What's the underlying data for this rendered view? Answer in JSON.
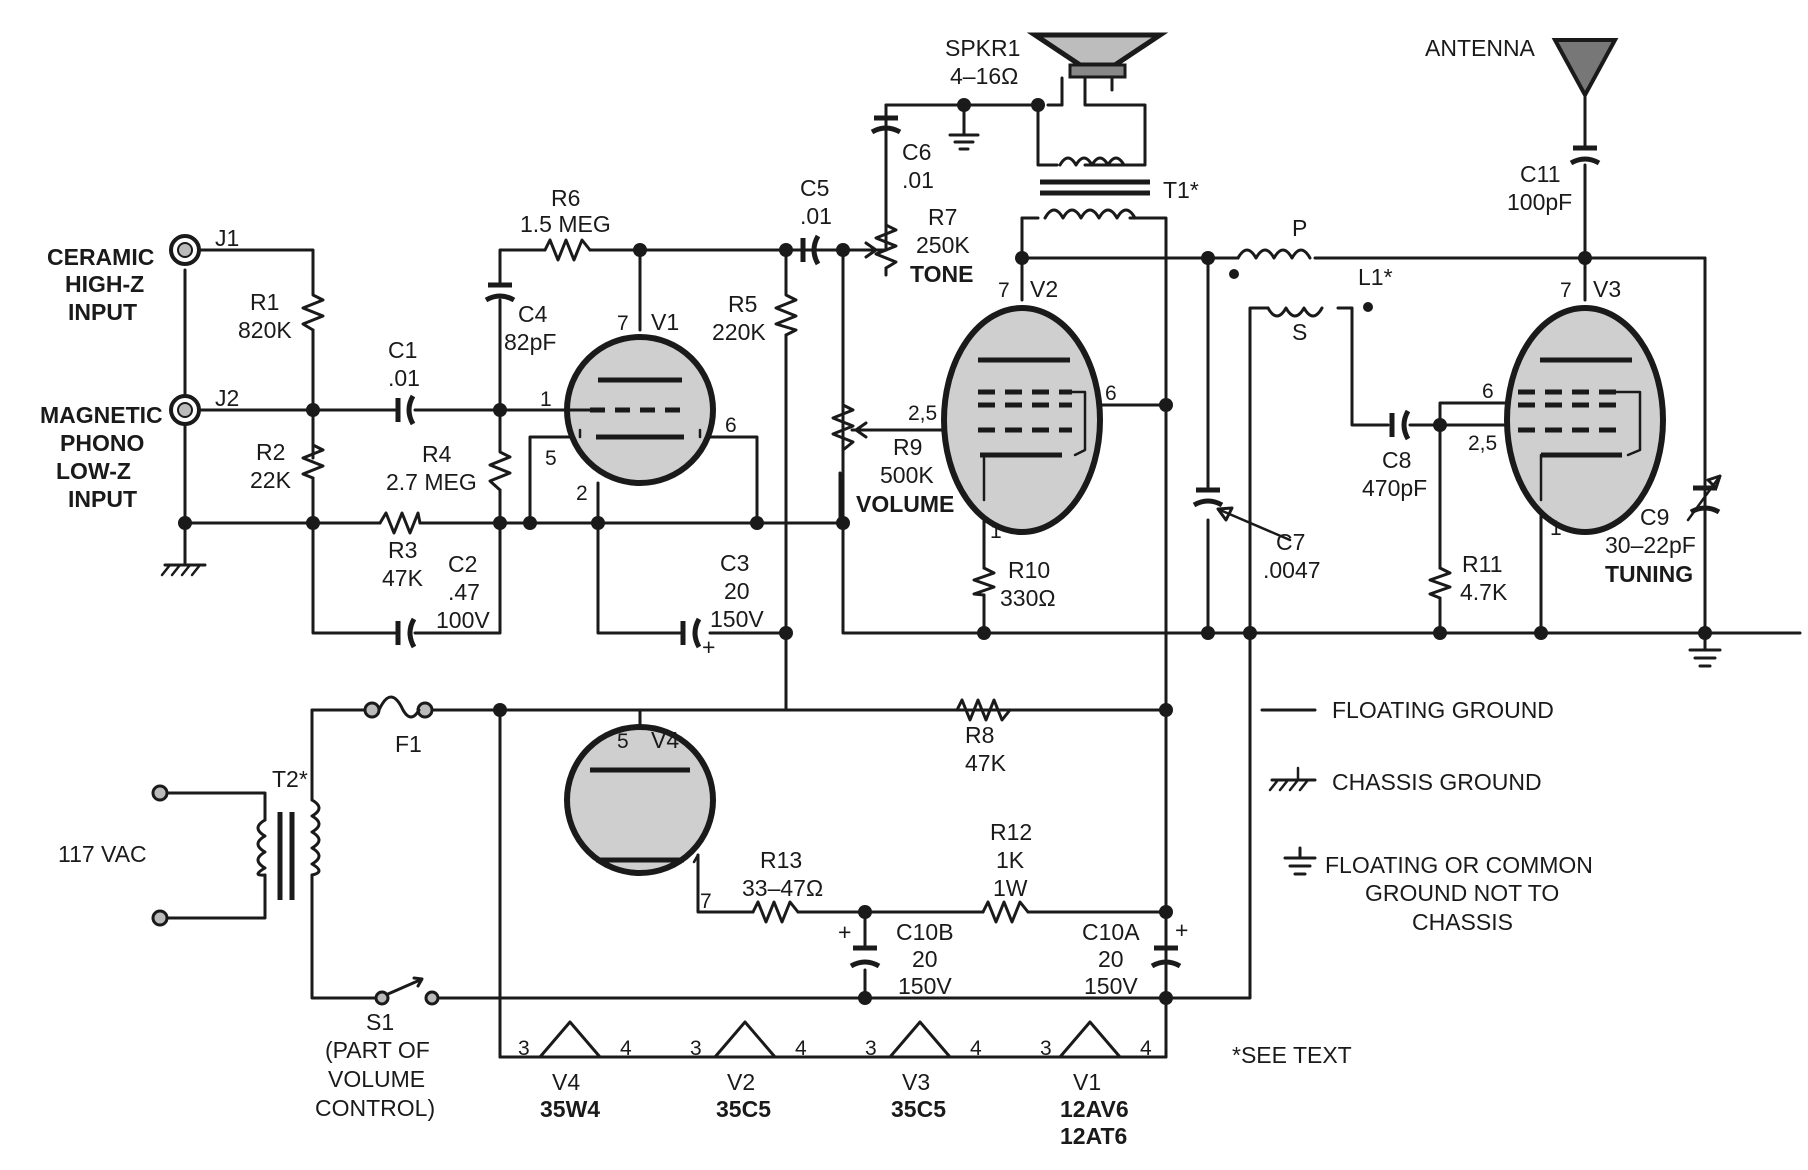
{
  "labels": {
    "ceramic": [
      "CERAMIC",
      "HIGH-Z",
      "INPUT"
    ],
    "magnetic": [
      "MAGNETIC",
      "PHONO",
      "LOW-Z",
      "INPUT"
    ],
    "j1": "J1",
    "j2": "J2",
    "r1": [
      "R1",
      "820K"
    ],
    "r2": [
      "R2",
      "22K"
    ],
    "r3": [
      "R3",
      "47K"
    ],
    "r4": [
      "R4",
      "2.7 MEG"
    ],
    "r5": [
      "R5",
      "220K"
    ],
    "r6": [
      "R6",
      "1.5 MEG"
    ],
    "r7": [
      "R7",
      "250K",
      "TONE"
    ],
    "r8": [
      "R8",
      "47K"
    ],
    "r9": [
      "R9",
      "500K",
      "VOLUME"
    ],
    "r10": [
      "R10",
      "330Ω"
    ],
    "r11": [
      "R11",
      "4.7K"
    ],
    "r12": [
      "R12",
      "1K",
      "1W"
    ],
    "r13": [
      "R13",
      "33–47Ω"
    ],
    "c1": [
      "C1",
      ".01"
    ],
    "c2": [
      "C2",
      ".47",
      "100V"
    ],
    "c3": [
      "C3",
      "20",
      "150V"
    ],
    "c4": [
      "C4",
      "82pF"
    ],
    "c5": [
      "C5",
      ".01"
    ],
    "c6": [
      "C6",
      ".01"
    ],
    "c7": [
      "C7",
      ".0047"
    ],
    "c8": [
      "C8",
      "470pF"
    ],
    "c9": [
      "C9",
      "30–22pF",
      "TUNING"
    ],
    "c10a": [
      "C10A",
      "20",
      "150V"
    ],
    "c10b": [
      "C10B",
      "20",
      "150V"
    ],
    "c11": [
      "C11",
      "100pF"
    ],
    "spkr": [
      "SPKR1",
      "4–16Ω"
    ],
    "t1": "T1*",
    "t2": "T2*",
    "antenna": "ANTENNA",
    "l1": "L1*",
    "l1p": "P",
    "l1s": "S",
    "f1": "F1",
    "ac": "117 VAC",
    "s1": [
      "S1",
      "(PART OF",
      "VOLUME",
      "CONTROL)"
    ],
    "v1": "V1",
    "v2": "V2",
    "v3": "V3",
    "v4": "V4",
    "heaters": [
      {
        "name": "V4",
        "type": [
          "35W4"
        ]
      },
      {
        "name": "V2",
        "type": [
          "35C5"
        ]
      },
      {
        "name": "V3",
        "type": [
          "35C5"
        ]
      },
      {
        "name": "V1",
        "type": [
          "12AV6",
          "12AT6"
        ]
      }
    ],
    "pins": {
      "p1": "1",
      "p2": "2",
      "p3": "3",
      "p4": "4",
      "p5": "5",
      "p6": "6",
      "p7": "7",
      "p25": "2,5"
    },
    "plus": "+",
    "legend": {
      "floating": "FLOATING GROUND",
      "chassis": "CHASSIS GROUND",
      "common": [
        "FLOATING OR COMMON",
        "GROUND NOT TO",
        "CHASSIS"
      ]
    },
    "see_text": "*SEE TEXT"
  }
}
